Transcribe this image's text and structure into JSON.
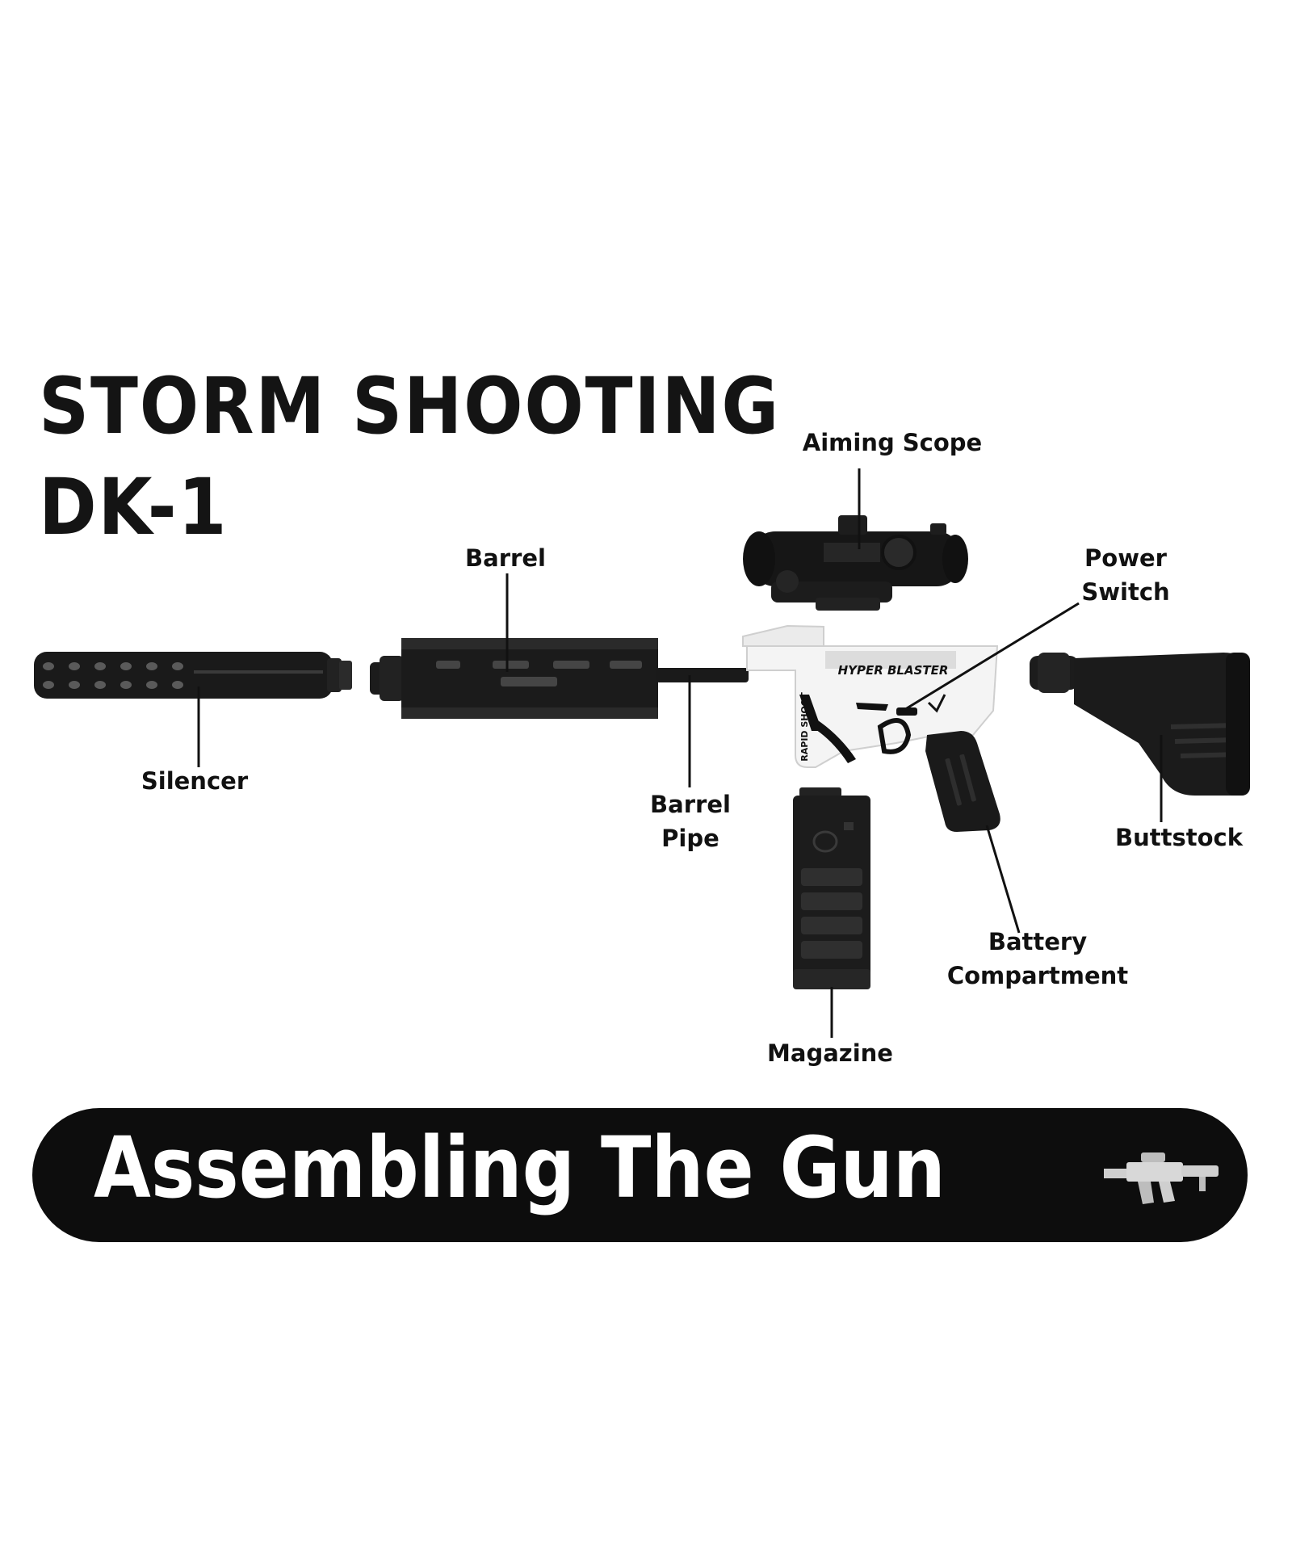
{
  "title": {
    "line1": "STORM SHOOTING",
    "line2": "DK-1"
  },
  "parts": {
    "aiming_scope": "Aiming Scope",
    "barrel": "Barrel",
    "power_switch": [
      "Power",
      "Switch"
    ],
    "silencer": "Silencer",
    "barrel_pipe": [
      "Barrel",
      "Pipe"
    ],
    "buttstock": "Buttstock",
    "battery_compartment": [
      "Battery",
      "Compartment"
    ],
    "magazine": "Magazine"
  },
  "receiver_branding": {
    "hyper_blaster": "HYPER BLASTER",
    "rapid_shoot": "RAPID SHOOT"
  },
  "banner": {
    "text": "Assembling The Gun"
  },
  "colors": {
    "ink": "#111111",
    "banner_bg": "#0d0d0d",
    "banner_text": "#ffffff",
    "receiver_white": "#f4f4f4"
  },
  "icons": {
    "banner_icon": "rifle-icon"
  }
}
